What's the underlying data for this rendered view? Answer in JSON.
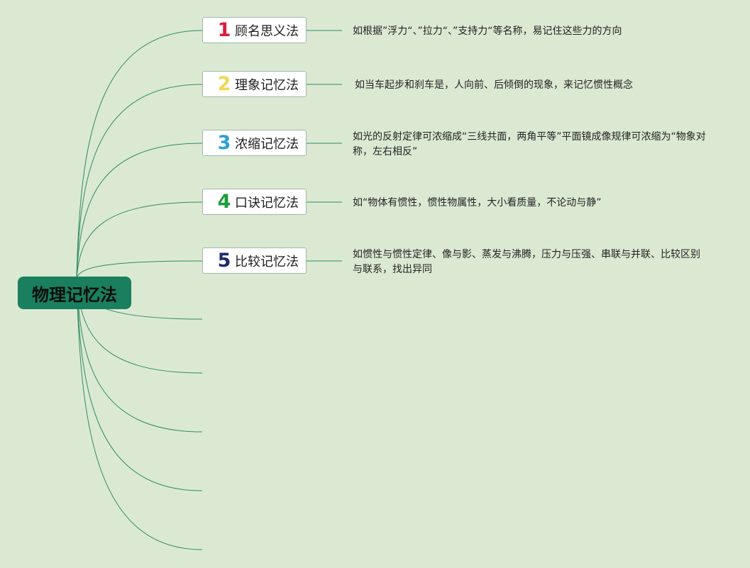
{
  "root": {
    "label": "物理记忆法"
  },
  "colors": {
    "root_bg": "#1a7f5e",
    "link": "#2e8b63",
    "background": "#dbe9d3"
  },
  "methods": [
    {
      "number": "1",
      "number_color": "#d81e3c",
      "label": "顾名思义法",
      "desc": "如根据”浮力“、”拉力“、”支持力“等名称，易记住这些力的方向"
    },
    {
      "number": "2",
      "number_color": "#f2d654",
      "label": "理象记忆法",
      "desc": "如当车起步和刹车是，人向前、后倾倒的现象，来记忆惯性概念"
    },
    {
      "number": "3",
      "number_color": "#2b9fd8",
      "label": "浓缩记忆法",
      "desc": "如光的反射定律可浓缩成“三线共面，两角平等”平面镜成像规律可浓缩为“物象对称，左右相反”"
    },
    {
      "number": "4",
      "number_color": "#1e9a3a",
      "label": "口诀记忆法",
      "desc": "如“物体有惯性，惯性物属性，大小看质量，不论动与静”"
    },
    {
      "number": "5",
      "number_color": "#1f2a6b",
      "label": "比较记忆法",
      "desc": "如惯性与惯性定律、像与影、蒸发与沸腾，压力与压强、串联与并联、比较区别与联系，找出异同"
    }
  ]
}
